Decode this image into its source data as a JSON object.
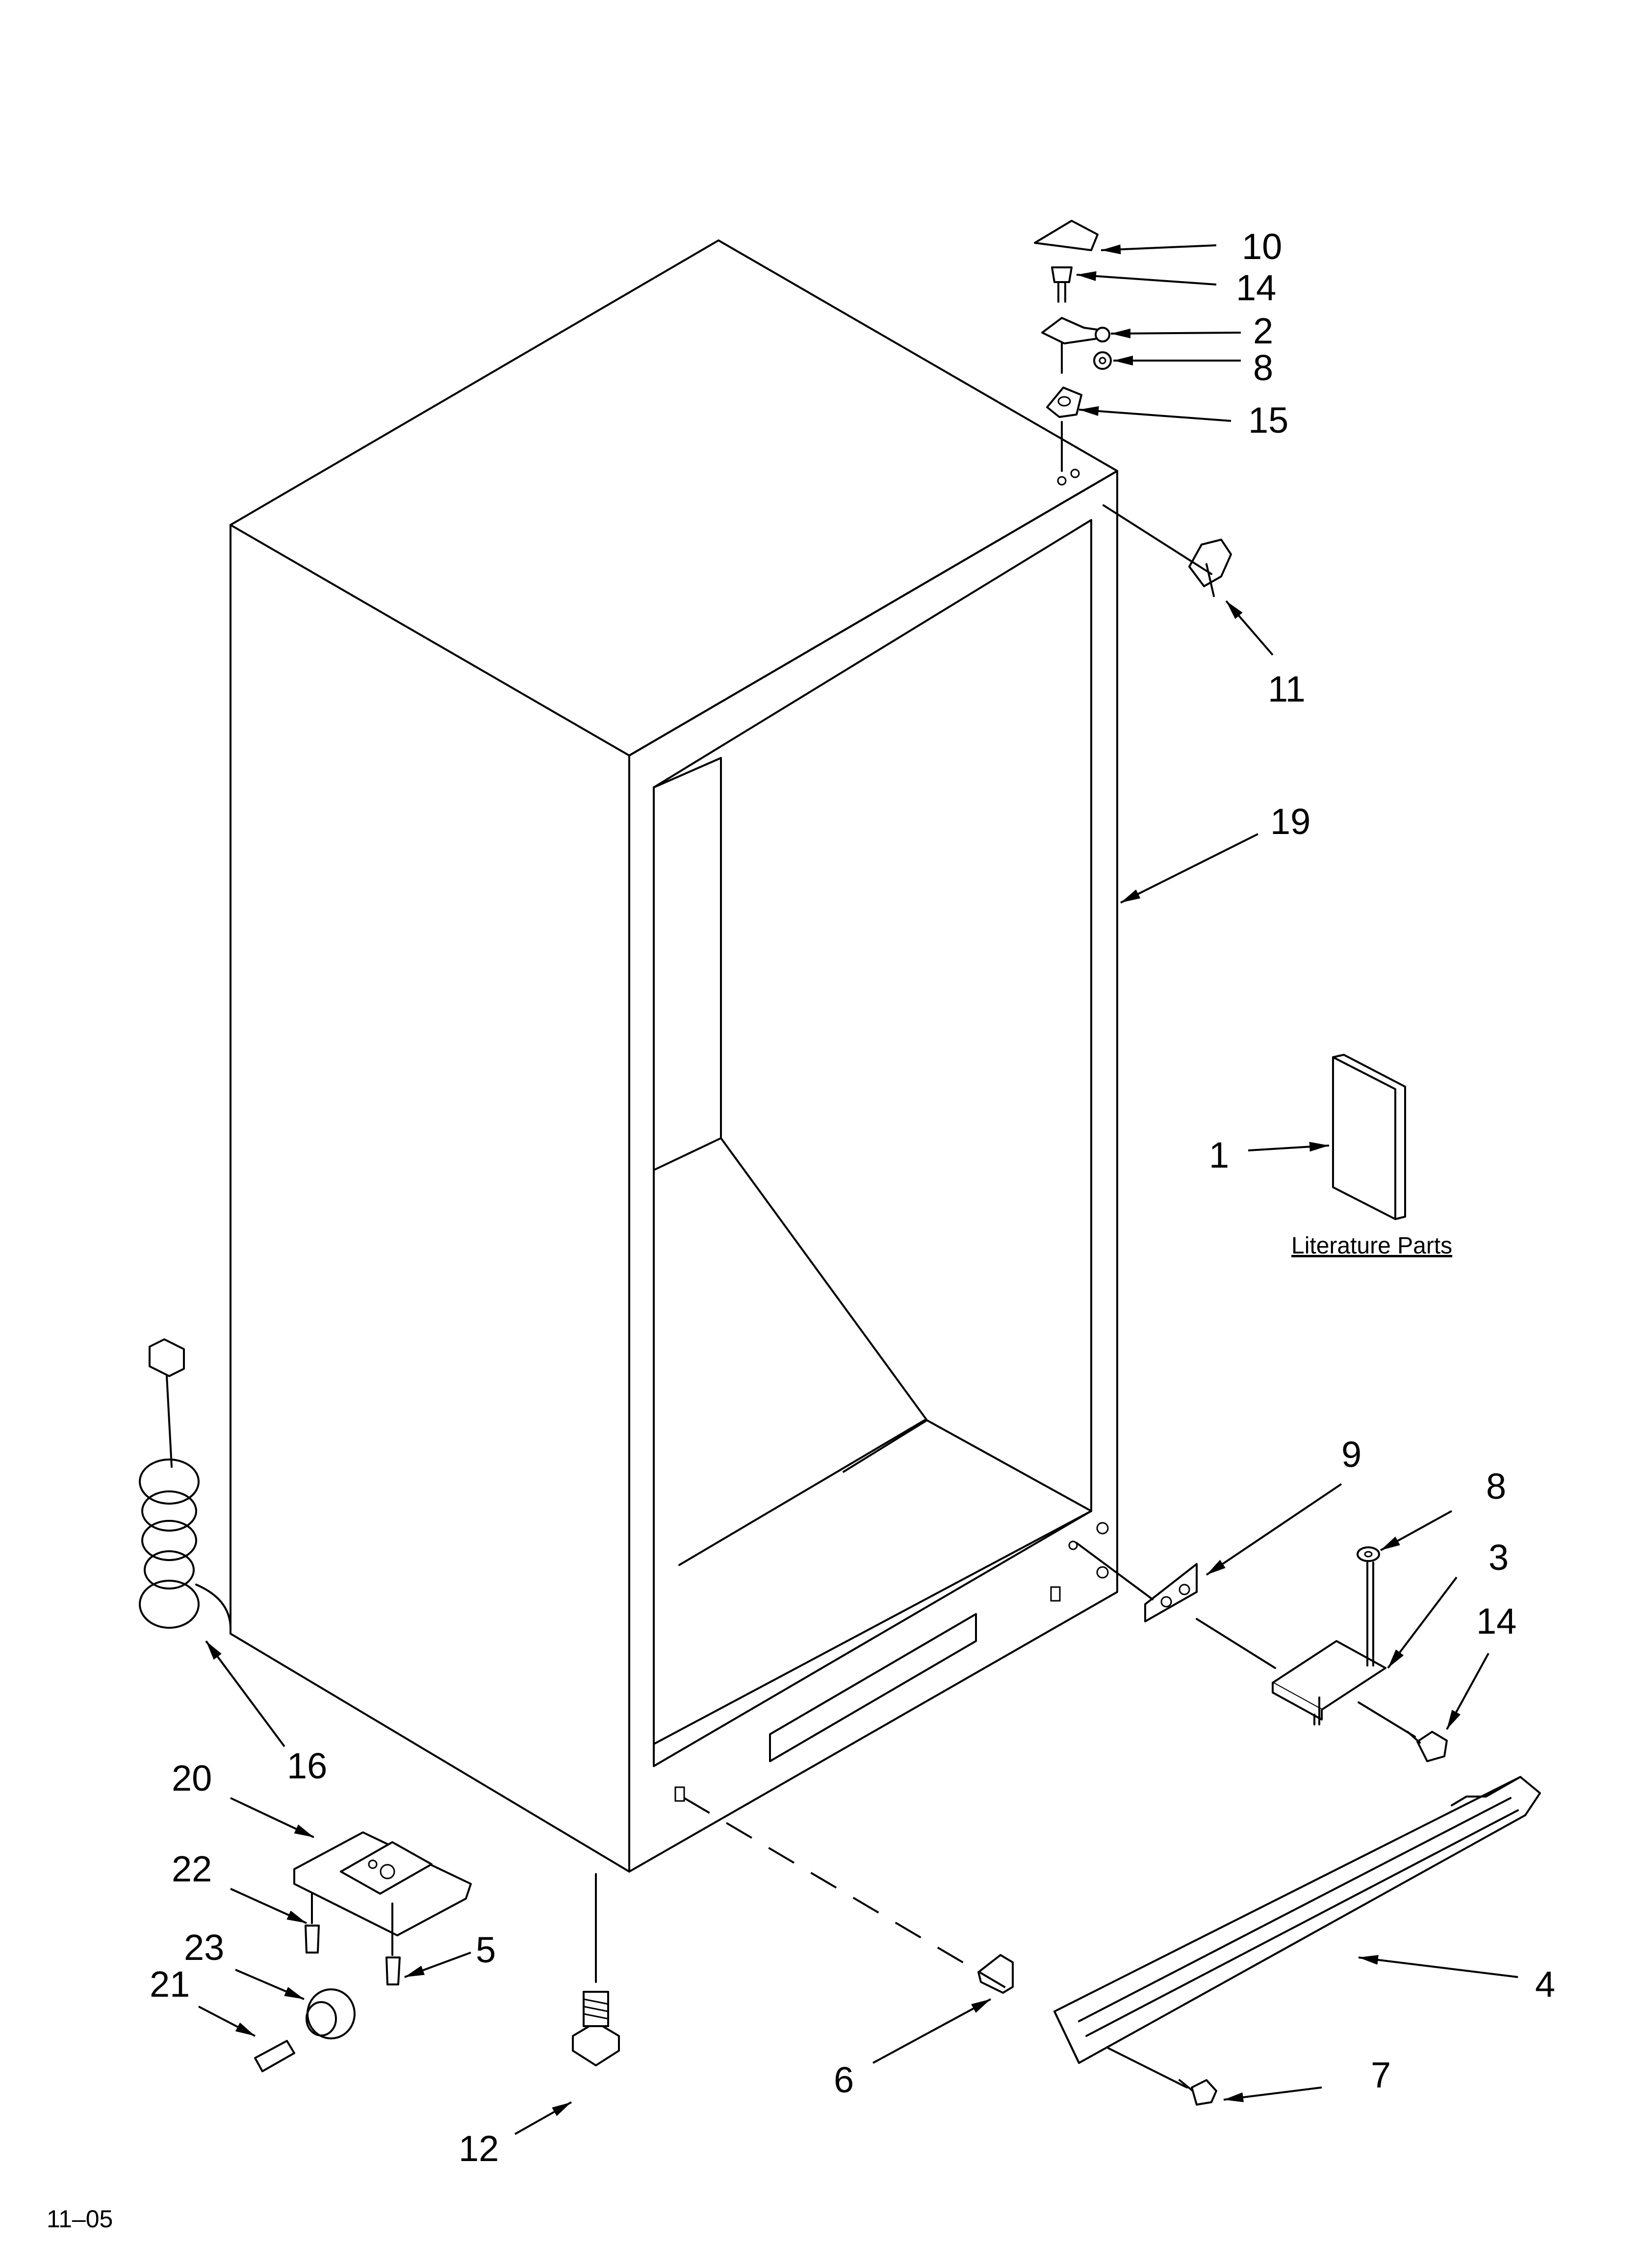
{
  "callouts": {
    "c1": "1",
    "c2": "2",
    "c3": "3",
    "c4": "4",
    "c5": "5",
    "c6": "6",
    "c7": "7",
    "c8a": "8",
    "c8b": "8",
    "c9": "9",
    "c10": "10",
    "c11": "11",
    "c12": "12",
    "c14a": "14",
    "c14b": "14",
    "c15": "15",
    "c16": "16",
    "c19": "19",
    "c20": "20",
    "c21": "21",
    "c22": "22",
    "c23": "23"
  },
  "literature_caption": "Literature Parts",
  "footer_code": "11–05"
}
